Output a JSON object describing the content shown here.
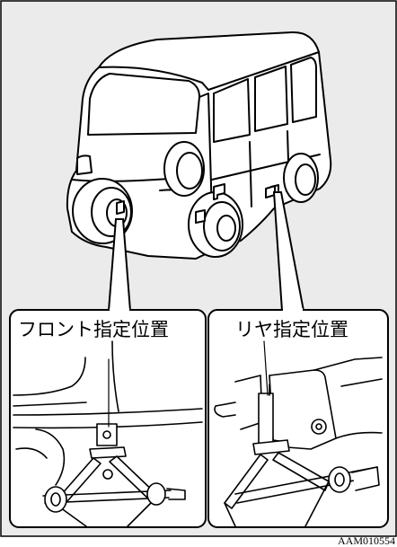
{
  "labels": {
    "front": "フロント指定位置",
    "rear": "リヤ指定位置"
  },
  "figure_code": "AAM010554",
  "colors": {
    "background": "#ebebeb",
    "line": "#000000",
    "panel_fill": "#ffffff"
  }
}
